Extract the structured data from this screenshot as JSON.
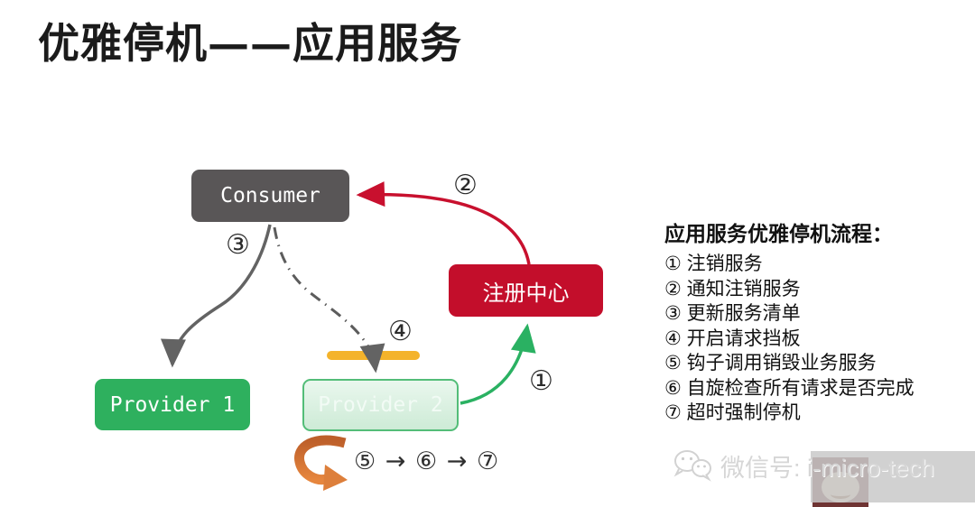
{
  "title": "优雅停机——应用服务",
  "diagram": {
    "nodes": {
      "consumer": {
        "label": "Consumer"
      },
      "registry": {
        "label": "注册中心"
      },
      "provider1": {
        "label": "Provider 1"
      },
      "provider2": {
        "label": "Provider 2"
      }
    },
    "steps": {
      "s1": "①",
      "s2": "②",
      "s3": "③",
      "s4": "④"
    },
    "loop_sequence": "⑤ → ⑥ → ⑦",
    "edges": [
      {
        "step": "①",
        "from": "Provider 2",
        "to": "注册中心",
        "color": "#2ab162",
        "style": "solid"
      },
      {
        "step": "②",
        "from": "注册中心",
        "to": "Consumer",
        "color": "#c8102e",
        "style": "solid"
      },
      {
        "step": "③",
        "from": "Consumer",
        "to": "Provider 1",
        "color": "#636363",
        "style": "solid"
      },
      {
        "step": "④",
        "from": "Consumer",
        "to": "Provider 2",
        "color": "#5c5c5c",
        "style": "dash-dot",
        "blocked_by": "请求挡板"
      }
    ]
  },
  "legend": {
    "header": "应用服务优雅停机流程：",
    "items": [
      "① 注销服务",
      "② 通知注销服务",
      "③ 更新服务清单",
      "④ 开启请求挡板",
      "⑤ 钩子调用销毁业务服务",
      "⑥ 自旋检查所有请求是否完成",
      "⑦ 超时强制停机"
    ]
  },
  "watermark": {
    "icon": "wechat-icon",
    "text": "微信号: i-micro-tech"
  },
  "colors": {
    "consumer_bg": "#595657",
    "registry_bg": "#c30e2b",
    "provider1_bg": "#2eb05e",
    "provider2_border": "#53bd78",
    "provider2_fill": "#dff2e4",
    "baffle": "#f4b32b",
    "arrow_red": "#c8102e",
    "arrow_green": "#2ab162",
    "arrow_gray": "#636363",
    "loop_arrow": "#d8763a",
    "watermark_gray": "#d6d6d6"
  }
}
